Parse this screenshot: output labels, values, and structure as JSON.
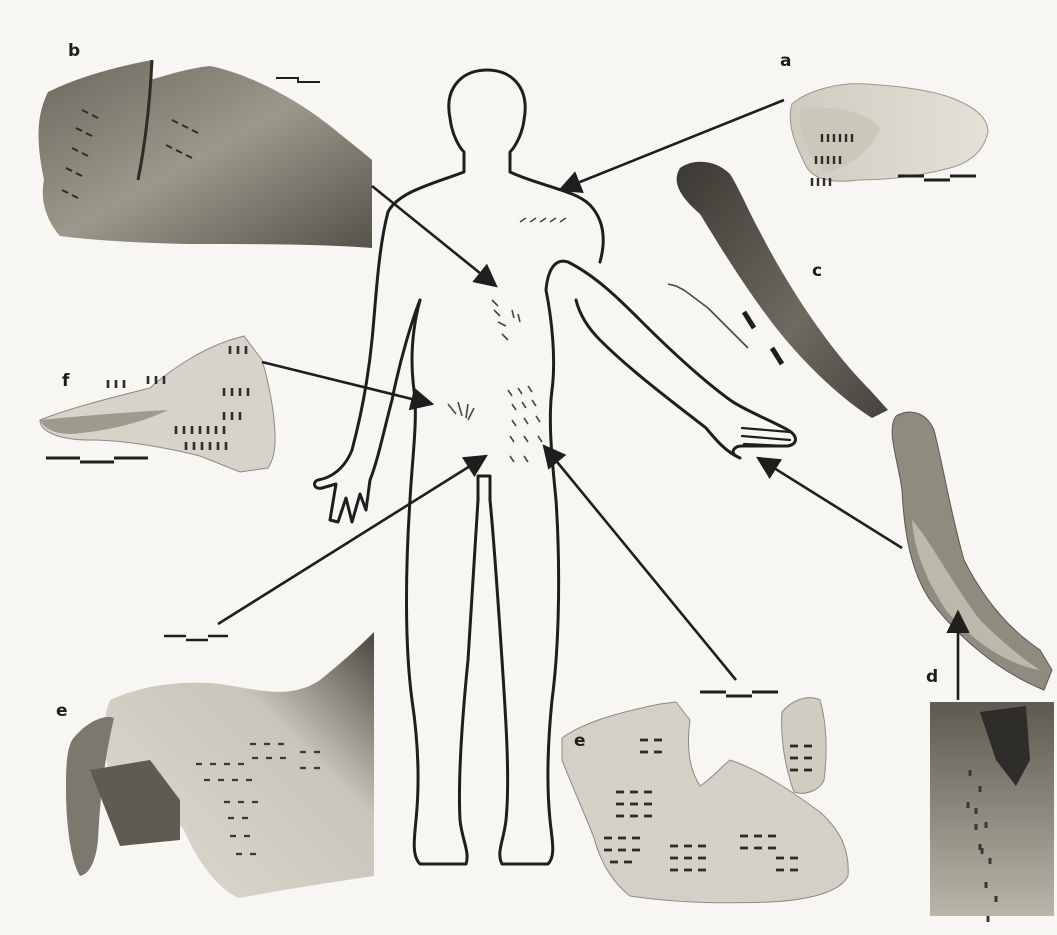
{
  "figure": {
    "panels": [
      {
        "id": "a",
        "label": "a"
      },
      {
        "id": "b",
        "label": "b"
      },
      {
        "id": "c",
        "label": "c"
      },
      {
        "id": "d",
        "label": "d"
      },
      {
        "id": "e1",
        "label": "e"
      },
      {
        "id": "e2",
        "label": "e"
      },
      {
        "id": "f",
        "label": "f"
      }
    ]
  },
  "colors": {
    "ink": "#1e1e1e",
    "skin_light": "#d9d6cc",
    "skin_mid": "#a8a394",
    "skin_dark": "#4f4c43",
    "tattoo": "#2b2a27",
    "background": "#f7f6f2"
  }
}
